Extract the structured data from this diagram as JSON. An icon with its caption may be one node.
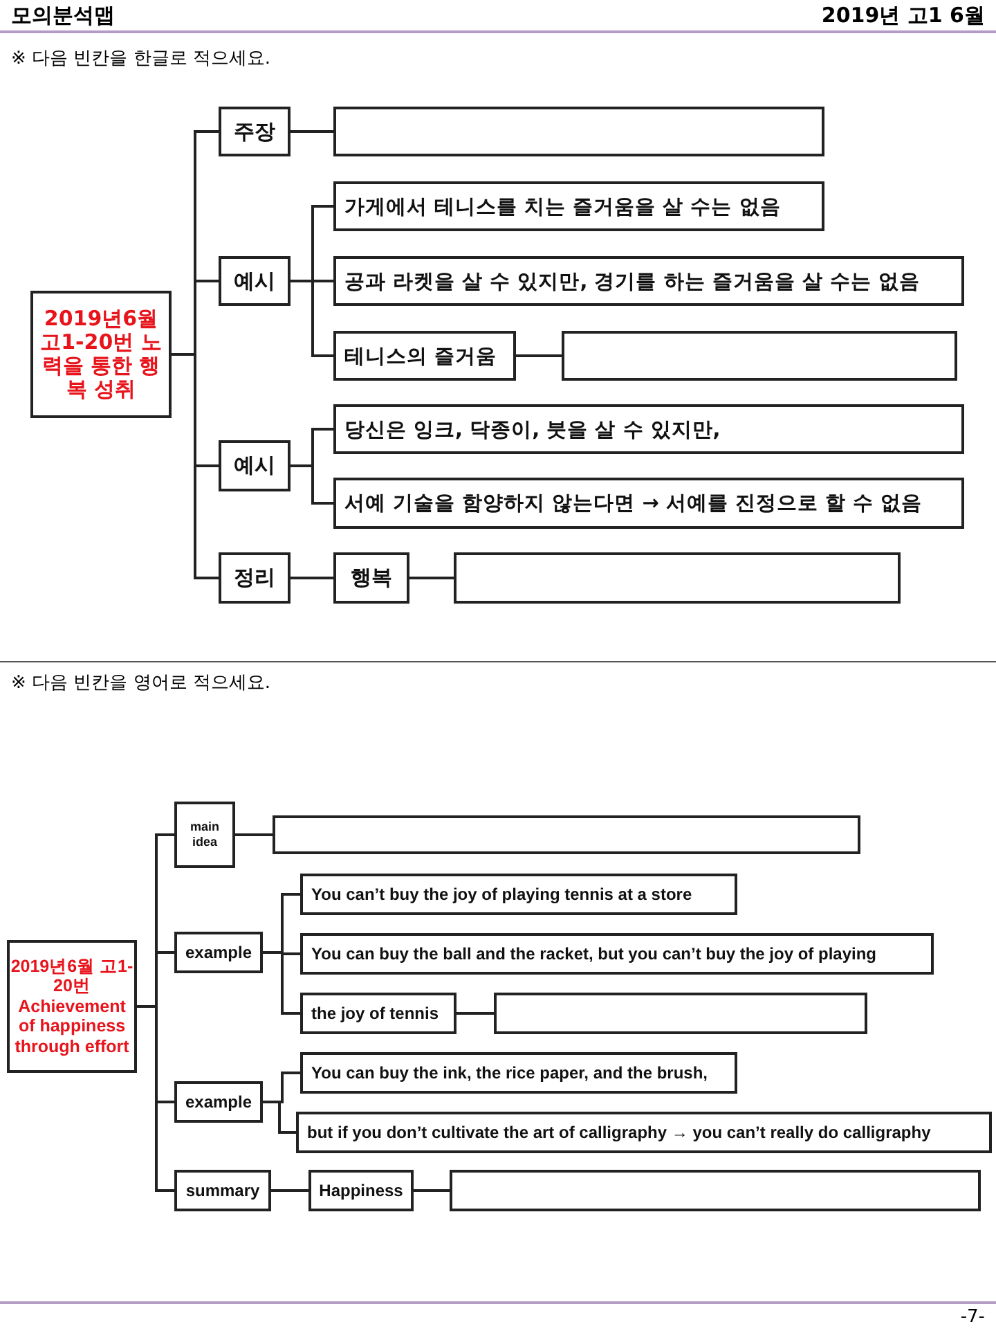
{
  "diagram": {
    "title": "모의분석맵",
    "nodes": [
      {
        "text": [
          "2019년6월 고1-20번 노력을 통한 행복 성취"
        ]
      },
      {
        "text": [
          "주장"
        ]
      },
      {
        "text": [],
        "shape": "box"
      },
      {
        "text": [
          "예시"
        ]
      },
      {
        "text": [
          "가게에서 테니스를 치는 즐거움을 살 수는 없음"
        ]
      },
      {
        "text": [
          "공과 라켓을 살 수 있지만, 경기를 하는 즐거움을 살 수는 없음"
        ]
      },
      {
        "text": [
          "테니스의 즐거움"
        ]
      },
      {
        "text": [],
        "shape": "box"
      },
      {
        "text": [
          "예시"
        ]
      },
      {
        "text": [
          "당신은 잉크, 닥종이, 붓을 살 수 있지만,"
        ]
      },
      {
        "text": [
          "서예 기술을 함양하지 않는다면 → 서예를 진정으로 할 수 없음"
        ]
      },
      {
        "text": [
          "정리"
        ]
      },
      {
        "text": [
          "행복"
        ]
      },
      {
        "text": [],
        "shape": "box"
      },
      {
        "text": [
          "2019년6월 고1-20번 Achievement of happiness through effort"
        ]
      },
      {
        "text": [
          "main idea"
        ]
      },
      {
        "text": [],
        "shape": "box"
      },
      {
        "text": [
          "example"
        ]
      },
      {
        "text": [
          "You can’t buy the joy of playing tennis at a store"
        ]
      },
      {
        "text": [
          "You can buy the ball and the racket, but you can’t buy the joy of playing"
        ]
      },
      {
        "text": [
          "the joy of tennis"
        ]
      },
      {
        "text": [],
        "shape": "box"
      },
      {
        "text": [
          "example"
        ]
      },
      {
        "text": [
          "You can buy the ink, the rice paper, and the brush,"
        ]
      },
      {
        "text": [
          "but if you don’t cultivate the art of calligraphy → you can’t really do calligraphy"
        ]
      },
      {
        "text": [
          "summary"
        ]
      },
      {
        "text": [
          "Happiness"
        ]
      },
      {
        "text": [],
        "shape": "box"
      }
    ],
    "edges": [
      {
        "from": 0,
        "to": 1,
        "arrow": "none"
      },
      {
        "from": 1,
        "to": 2,
        "arrow": "none"
      },
      {
        "from": 0,
        "to": 3,
        "arrow": "none"
      },
      {
        "from": 3,
        "to": 4,
        "arrow": "none"
      },
      {
        "from": 3,
        "to": 5,
        "arrow": "none"
      },
      {
        "from": 3,
        "to": 6,
        "arrow": "none"
      },
      {
        "from": 6,
        "to": 7,
        "arrow": "none"
      },
      {
        "from": 0,
        "to": 8,
        "arrow": "none"
      },
      {
        "from": 8,
        "to": 9,
        "arrow": "none"
      },
      {
        "from": 8,
        "to": 10,
        "arrow": "none"
      },
      {
        "from": 0,
        "to": 11,
        "arrow": "none"
      },
      {
        "from": 11,
        "to": 12,
        "arrow": "none"
      },
      {
        "from": 12,
        "to": 13,
        "arrow": "none"
      },
      {
        "from": 14,
        "to": 15,
        "arrow": "none"
      },
      {
        "from": 15,
        "to": 16,
        "arrow": "none"
      },
      {
        "from": 14,
        "to": 17,
        "arrow": "none"
      },
      {
        "from": 17,
        "to": 18,
        "arrow": "none"
      },
      {
        "from": 17,
        "to": 19,
        "arrow": "none"
      },
      {
        "from": 17,
        "to": 20,
        "arrow": "none"
      },
      {
        "from": 20,
        "to": 21,
        "arrow": "none"
      },
      {
        "from": 14,
        "to": 22,
        "arrow": "none"
      },
      {
        "from": 22,
        "to": 23,
        "arrow": "none"
      },
      {
        "from": 22,
        "to": 24,
        "arrow": "none"
      },
      {
        "from": 14,
        "to": 25,
        "arrow": "none"
      },
      {
        "from": 25,
        "to": 26,
        "arrow": "none"
      },
      {
        "from": 26,
        "to": 27,
        "arrow": "none"
      }
    ],
    "labels": [
      "2019년 고1 6월",
      "※ 다음 빈칸을 한글로 적으세요.",
      "※ 다음 빈칸을 영어로 적으세요.",
      "-7-"
    ]
  }
}
